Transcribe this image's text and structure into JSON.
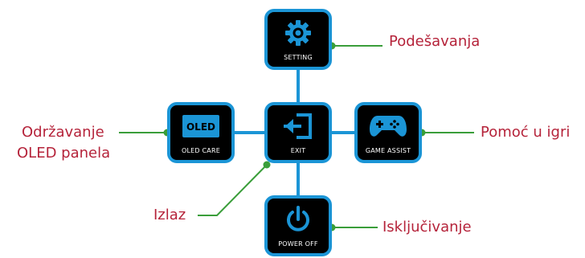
{
  "colors": {
    "tile_border": "#1b95d6",
    "tile_fill": "#000000",
    "icon_blue": "#1b95d6",
    "connector_blue": "#1b95d6",
    "leader_green": "#3a9e3a",
    "label_red": "#b5233a"
  },
  "tiles": {
    "setting": {
      "caption": "SETTING",
      "icon": "gear-icon"
    },
    "oled_care": {
      "caption": "OLED CARE",
      "icon": "oled-icon",
      "badge": "OLED"
    },
    "exit": {
      "caption": "EXIT",
      "icon": "exit-icon"
    },
    "game_assist": {
      "caption": "GAME ASSIST",
      "icon": "gamepad-icon"
    },
    "power_off": {
      "caption": "POWER OFF",
      "icon": "power-icon"
    }
  },
  "callouts": {
    "setting": "Podešavanja",
    "oled_line1": "Održavanje",
    "oled_line2": "OLED panela",
    "game_assist": "Pomoć u igri",
    "exit": "Izlaz",
    "power_off": "Isključivanje"
  }
}
